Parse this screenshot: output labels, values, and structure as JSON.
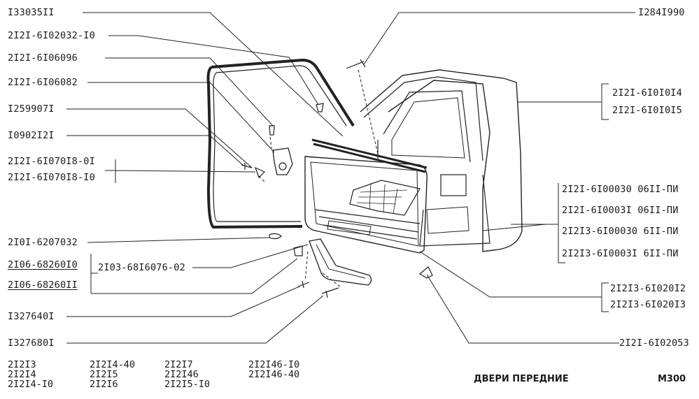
{
  "labels_left": [
    "I33035II",
    "2I2I-6I02032-I0",
    "2I2I-6I06096",
    "2I2I-6I06082",
    "I259907I",
    "I0902I2I",
    "2I2I-6I070I8-0I",
    "2I2I-6I070I8-I0",
    "2I0I-6207032",
    "2I06-68260I0",
    "2I06-68260II",
    "2I03-68I6076-02",
    "I327640I",
    "I327680I"
  ],
  "labels_right": [
    "I284I990",
    "2I2I-6I0I0I4",
    "2I2I-6I0I0I5",
    "2I2I-6I00030  06II-ПИ",
    "2I2I-6I0003I  06II-ПИ",
    "2I2I3-6I00030  6II-ПИ",
    "2I2I3-6I0003I  6II-ПИ",
    "2I2I3-6I020I2",
    "2I2I3-6I020I3",
    "2I2I-6I02053"
  ],
  "models": [
    [
      "2I2I3",
      "2I2I4",
      "2I2I4-I0"
    ],
    [
      "2I2I4-40",
      "2I2I5",
      "2I2I6"
    ],
    [
      "2I2I7",
      "2I2I46",
      "2I2I5-I0"
    ],
    [
      "2I2I46-I0",
      "2I2I46-40"
    ]
  ],
  "title": "ДВЕРИ ПЕРЕДНИЕ",
  "page_code": "M300"
}
